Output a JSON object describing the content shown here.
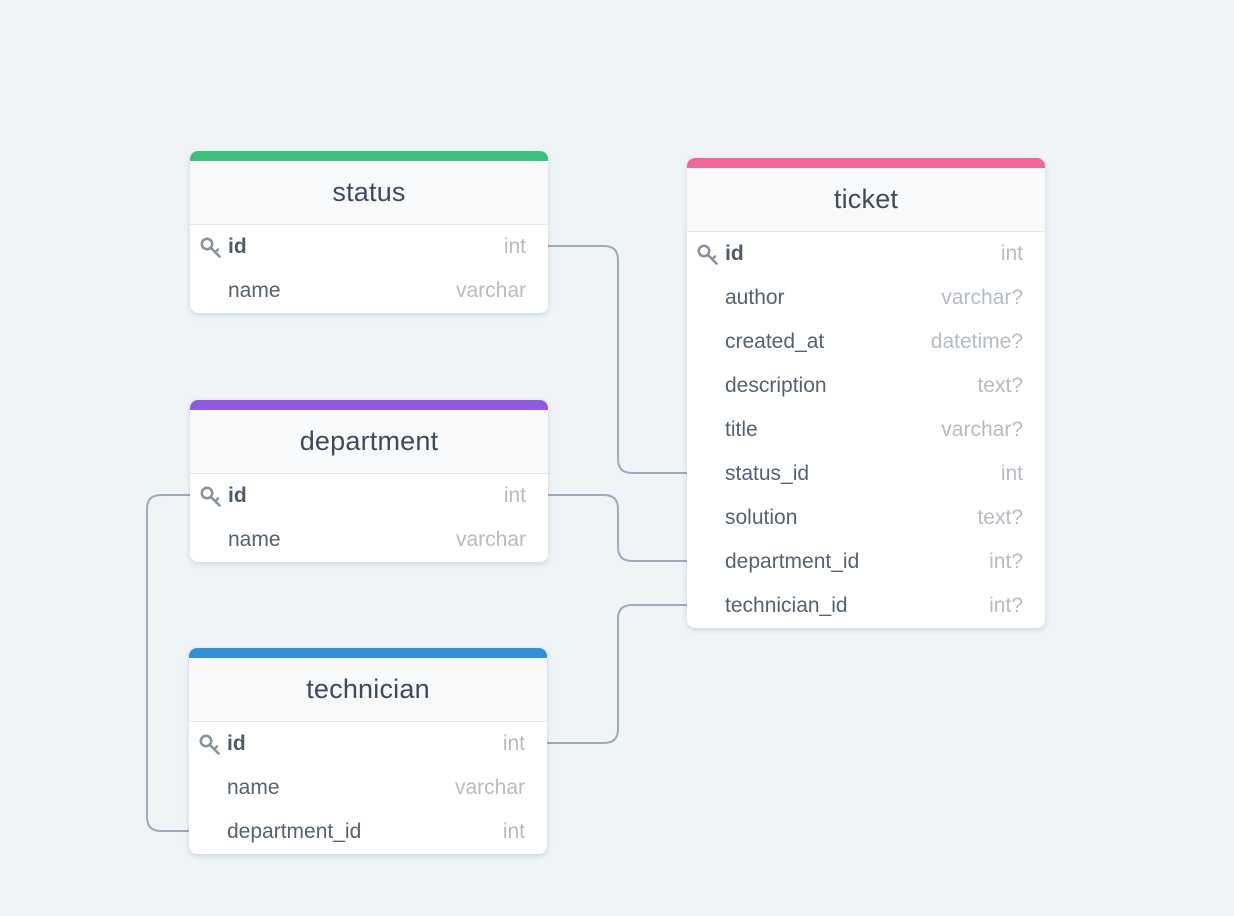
{
  "diagram": {
    "tables": [
      {
        "id": "status",
        "name": "status",
        "color": "#3ac17a",
        "fields": [
          {
            "name": "id",
            "type": "int",
            "pk": true
          },
          {
            "name": "name",
            "type": "varchar",
            "pk": false
          }
        ]
      },
      {
        "id": "department",
        "name": "department",
        "color": "#8f5ae0",
        "fields": [
          {
            "name": "id",
            "type": "int",
            "pk": true
          },
          {
            "name": "name",
            "type": "varchar",
            "pk": false
          }
        ]
      },
      {
        "id": "technician",
        "name": "technician",
        "color": "#338fd8",
        "fields": [
          {
            "name": "id",
            "type": "int",
            "pk": true
          },
          {
            "name": "name",
            "type": "varchar",
            "pk": false
          },
          {
            "name": "department_id",
            "type": "int",
            "pk": false
          }
        ]
      },
      {
        "id": "ticket",
        "name": "ticket",
        "color": "#ef6895",
        "fields": [
          {
            "name": "id",
            "type": "int",
            "pk": true
          },
          {
            "name": "author",
            "type": "varchar?",
            "pk": false
          },
          {
            "name": "created_at",
            "type": "datetime?",
            "pk": false
          },
          {
            "name": "description",
            "type": "text?",
            "pk": false
          },
          {
            "name": "title",
            "type": "varchar?",
            "pk": false
          },
          {
            "name": "status_id",
            "type": "int",
            "pk": false
          },
          {
            "name": "solution",
            "type": "text?",
            "pk": false
          },
          {
            "name": "department_id",
            "type": "int?",
            "pk": false
          },
          {
            "name": "technician_id",
            "type": "int?",
            "pk": false
          }
        ]
      }
    ],
    "relations": [
      {
        "from": "status.id",
        "to": "ticket.status_id"
      },
      {
        "from": "department.id",
        "to": "ticket.department_id"
      },
      {
        "from": "technician.id",
        "to": "ticket.technician_id"
      },
      {
        "from": "department.id",
        "to": "technician.department_id"
      }
    ],
    "colors": {
      "background": "#eff4f7",
      "connector": "#9eabbd",
      "key_icon": "#8a949f"
    },
    "icons": {
      "primary_key": "key-icon"
    }
  }
}
